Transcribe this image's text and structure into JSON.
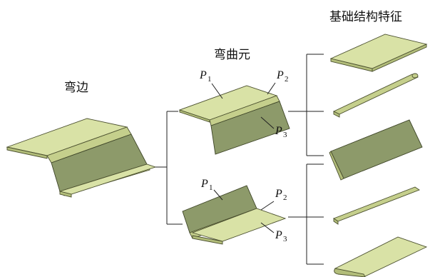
{
  "labels": {
    "bend": "弯边",
    "bend_element": "弯曲元",
    "basic_features": "基础结构特征"
  },
  "points": {
    "letter": "P",
    "subscripts": [
      "1",
      "2",
      "3"
    ]
  },
  "colors": {
    "face_light": "#d9e2a6",
    "face_mid": "#c5cf8c",
    "face_dark": "#8d9a6a",
    "edge": "#4a4f2e",
    "line": "#222222"
  }
}
